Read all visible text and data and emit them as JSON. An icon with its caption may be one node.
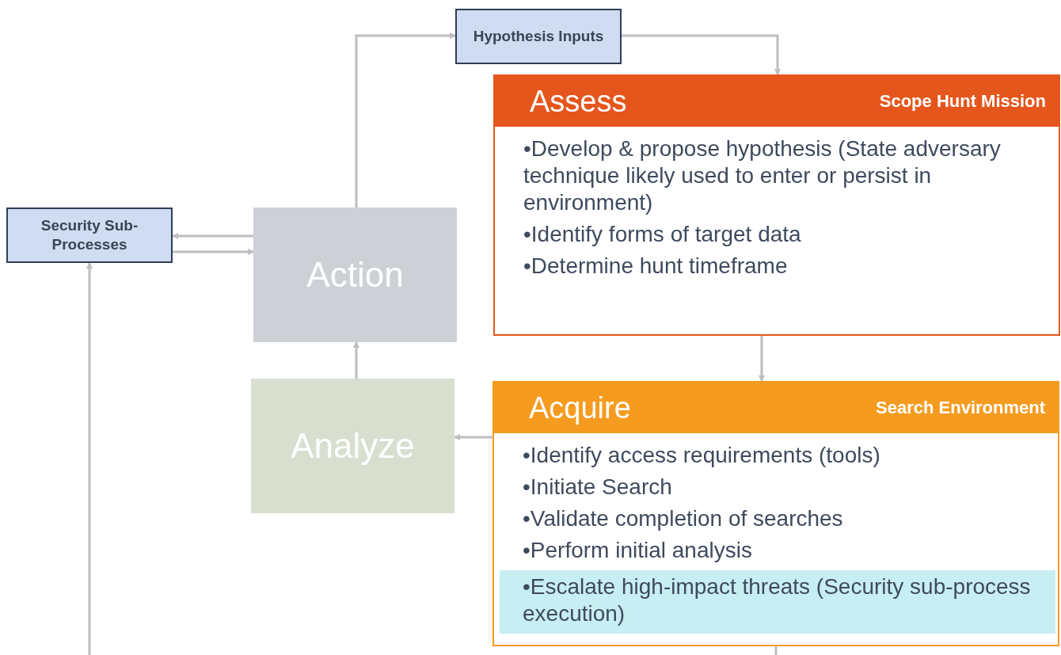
{
  "diagram": {
    "nodes": [
      {
        "text": [
          "Hypothesis Inputs"
        ]
      },
      {
        "text": [
          "Security Sub-Processes"
        ]
      },
      {
        "text": [
          "Action"
        ]
      },
      {
        "text": [
          "Assess",
          "Scope Hunt Mission",
          "•Develop & propose hypothesis (State adversary technique likely used to enter or persist in environment)",
          "•Identify forms of target data",
          "•Determine hunt timeframe"
        ]
      },
      {
        "text": [
          "Analyze"
        ]
      },
      {
        "text": [
          "Acquire",
          "Search Environment",
          "•Identify access requirements (tools)",
          "•Initiate Search",
          "•Validate completion of searches",
          "•Perform initial analysis"
        ]
      },
      {
        "text": [
          "•Escalate high-impact threats (Security sub-process execution)"
        ],
        "in": 5
      }
    ],
    "edges": [
      {
        "from": 2,
        "to": 0,
        "arrow": "to"
      },
      {
        "from": 0,
        "to": 3,
        "arrow": "to"
      },
      {
        "from": 2,
        "to": 1,
        "arrow": "to"
      },
      {
        "from": 1,
        "to": 2,
        "arrow": "to"
      },
      {
        "from": 3,
        "to": 5,
        "arrow": "to"
      },
      {
        "from": 5,
        "to": 4,
        "arrow": "to"
      },
      {
        "from": 4,
        "to": 2,
        "arrow": "to"
      },
      {
        "from": null,
        "to": 1,
        "arrow": "to"
      },
      {
        "from": 5,
        "to": null,
        "arrow": "none"
      }
    ]
  }
}
